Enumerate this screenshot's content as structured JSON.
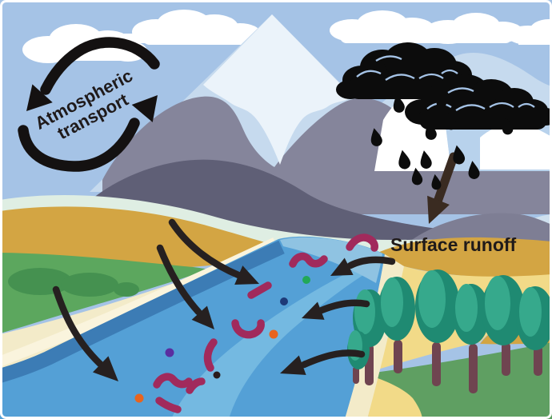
{
  "figure": {
    "description": "Schematic landscape illustration of pollutant pathways: atmospheric transport cycle, storm rainfall, and surface runoff carrying fibers and particles into a river",
    "labels": {
      "atmospheric_line1": "Atmospheric",
      "atmospheric_line2": "transport",
      "surface_runoff": "Surface runoff"
    },
    "elements": {
      "storm_clouds": 2,
      "raindrops": 12,
      "runoff_arrows_left_bank": 3,
      "runoff_arrows_right_bank": 3,
      "rain_to_ground_arrow": 1,
      "atmospheric_cycle_arrows": 2,
      "river_fibers": 8,
      "river_particles": 6,
      "trees": 7
    },
    "palette": {
      "sky": "#a5c3e6",
      "cloud_white": "#ffffff",
      "mountain_snow_light": "#c6daee",
      "mountain_snow_pale": "#ebf3fa",
      "mountain_gray": "#85859b",
      "mountain_dark": "#5f5f76",
      "foothill_gray": "#7e7e94",
      "far_mountain_pale": "#cfe0ee",
      "mint_band": "#dfeee3",
      "gold_hill": "#d3a543",
      "pale_yellow": "#f2da88",
      "green_hill": "#5ca75e",
      "bush_green": "#459150",
      "grass_green": "#5f9f62",
      "sand_cream": "#f3ebc9",
      "sand_light": "#faf4dd",
      "river_main": "#54a0d6",
      "river_dark": "#3c7cb5",
      "river_light": "#74b9e1",
      "river_lighter": "#8fc3e2",
      "fiber_maroon": "#a12a5c",
      "arrow_black": "#262020",
      "rain_arrow_brown": "#3a2b21",
      "storm_cloud_black": "#0c0c0c",
      "tree_canopy_light": "#36a98c",
      "tree_canopy_dark": "#1f8a72",
      "tree_trunk": "#6f4450",
      "particle_colors": [
        "#22a858",
        "#1e3a78",
        "#e8641e",
        "#2a1c1c",
        "#5a2ea0",
        "#e8641e"
      ]
    }
  }
}
